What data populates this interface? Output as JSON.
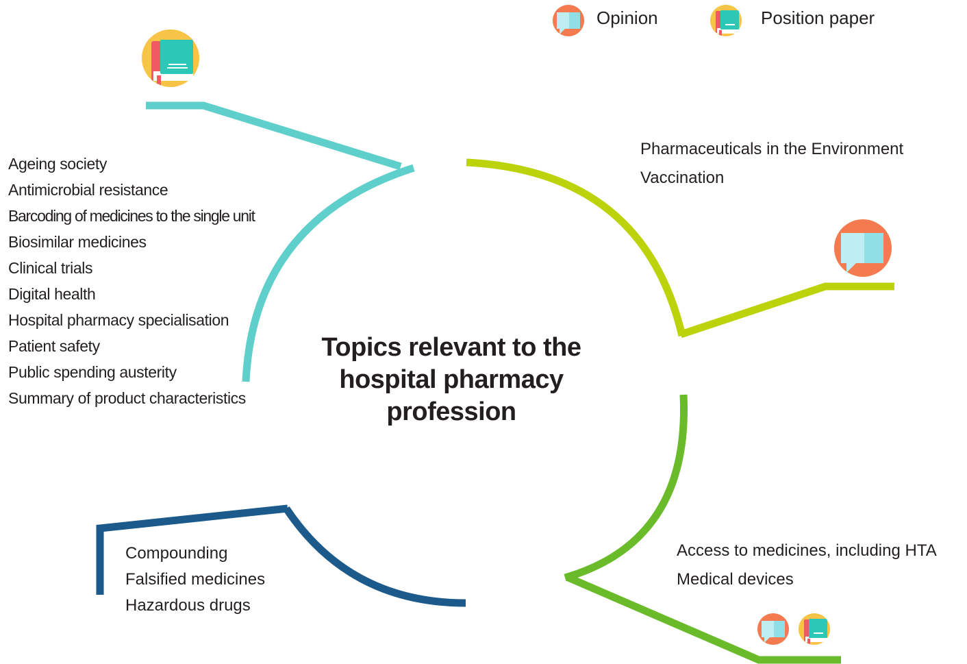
{
  "title": "Topics relevant to the hospital pharmacy profession",
  "legend": {
    "opinion_label": "Opinion",
    "position_paper_label": "Position paper"
  },
  "groups": {
    "position_papers": {
      "icons": [
        "position-paper-icon"
      ],
      "color": "#5ecfca",
      "items": [
        "Ageing society",
        "Antimicrobial resistance",
        "Barcoding of medicines to the single unit",
        "Biosimilar medicines",
        "Clinical trials",
        "Digital health",
        "Hospital pharmacy specialisation",
        "Patient safety",
        "Public spending austerity",
        "Summary of product characteristics"
      ]
    },
    "opinions": {
      "icons": [
        "opinion-icon"
      ],
      "color": "#bcd20a",
      "items": [
        "Pharmaceuticals in the Environment",
        "Vaccination"
      ]
    },
    "both": {
      "icons": [
        "opinion-icon",
        "position-paper-icon"
      ],
      "color": "#6abb2a",
      "items": [
        "Access to medicines, including HTA",
        "Medical devices"
      ]
    },
    "none": {
      "icons": [],
      "color": "#1b5a8a",
      "items": [
        "Compounding",
        "Falsified medicines",
        "Hazardous drugs"
      ]
    }
  },
  "icon_colors": {
    "opinion_bg": "#f47b4f",
    "opinion_bubble": "#bfeef2",
    "position_bg": "#f8c447",
    "position_book": "#2bc7b7",
    "position_spine": "#f05a63"
  }
}
